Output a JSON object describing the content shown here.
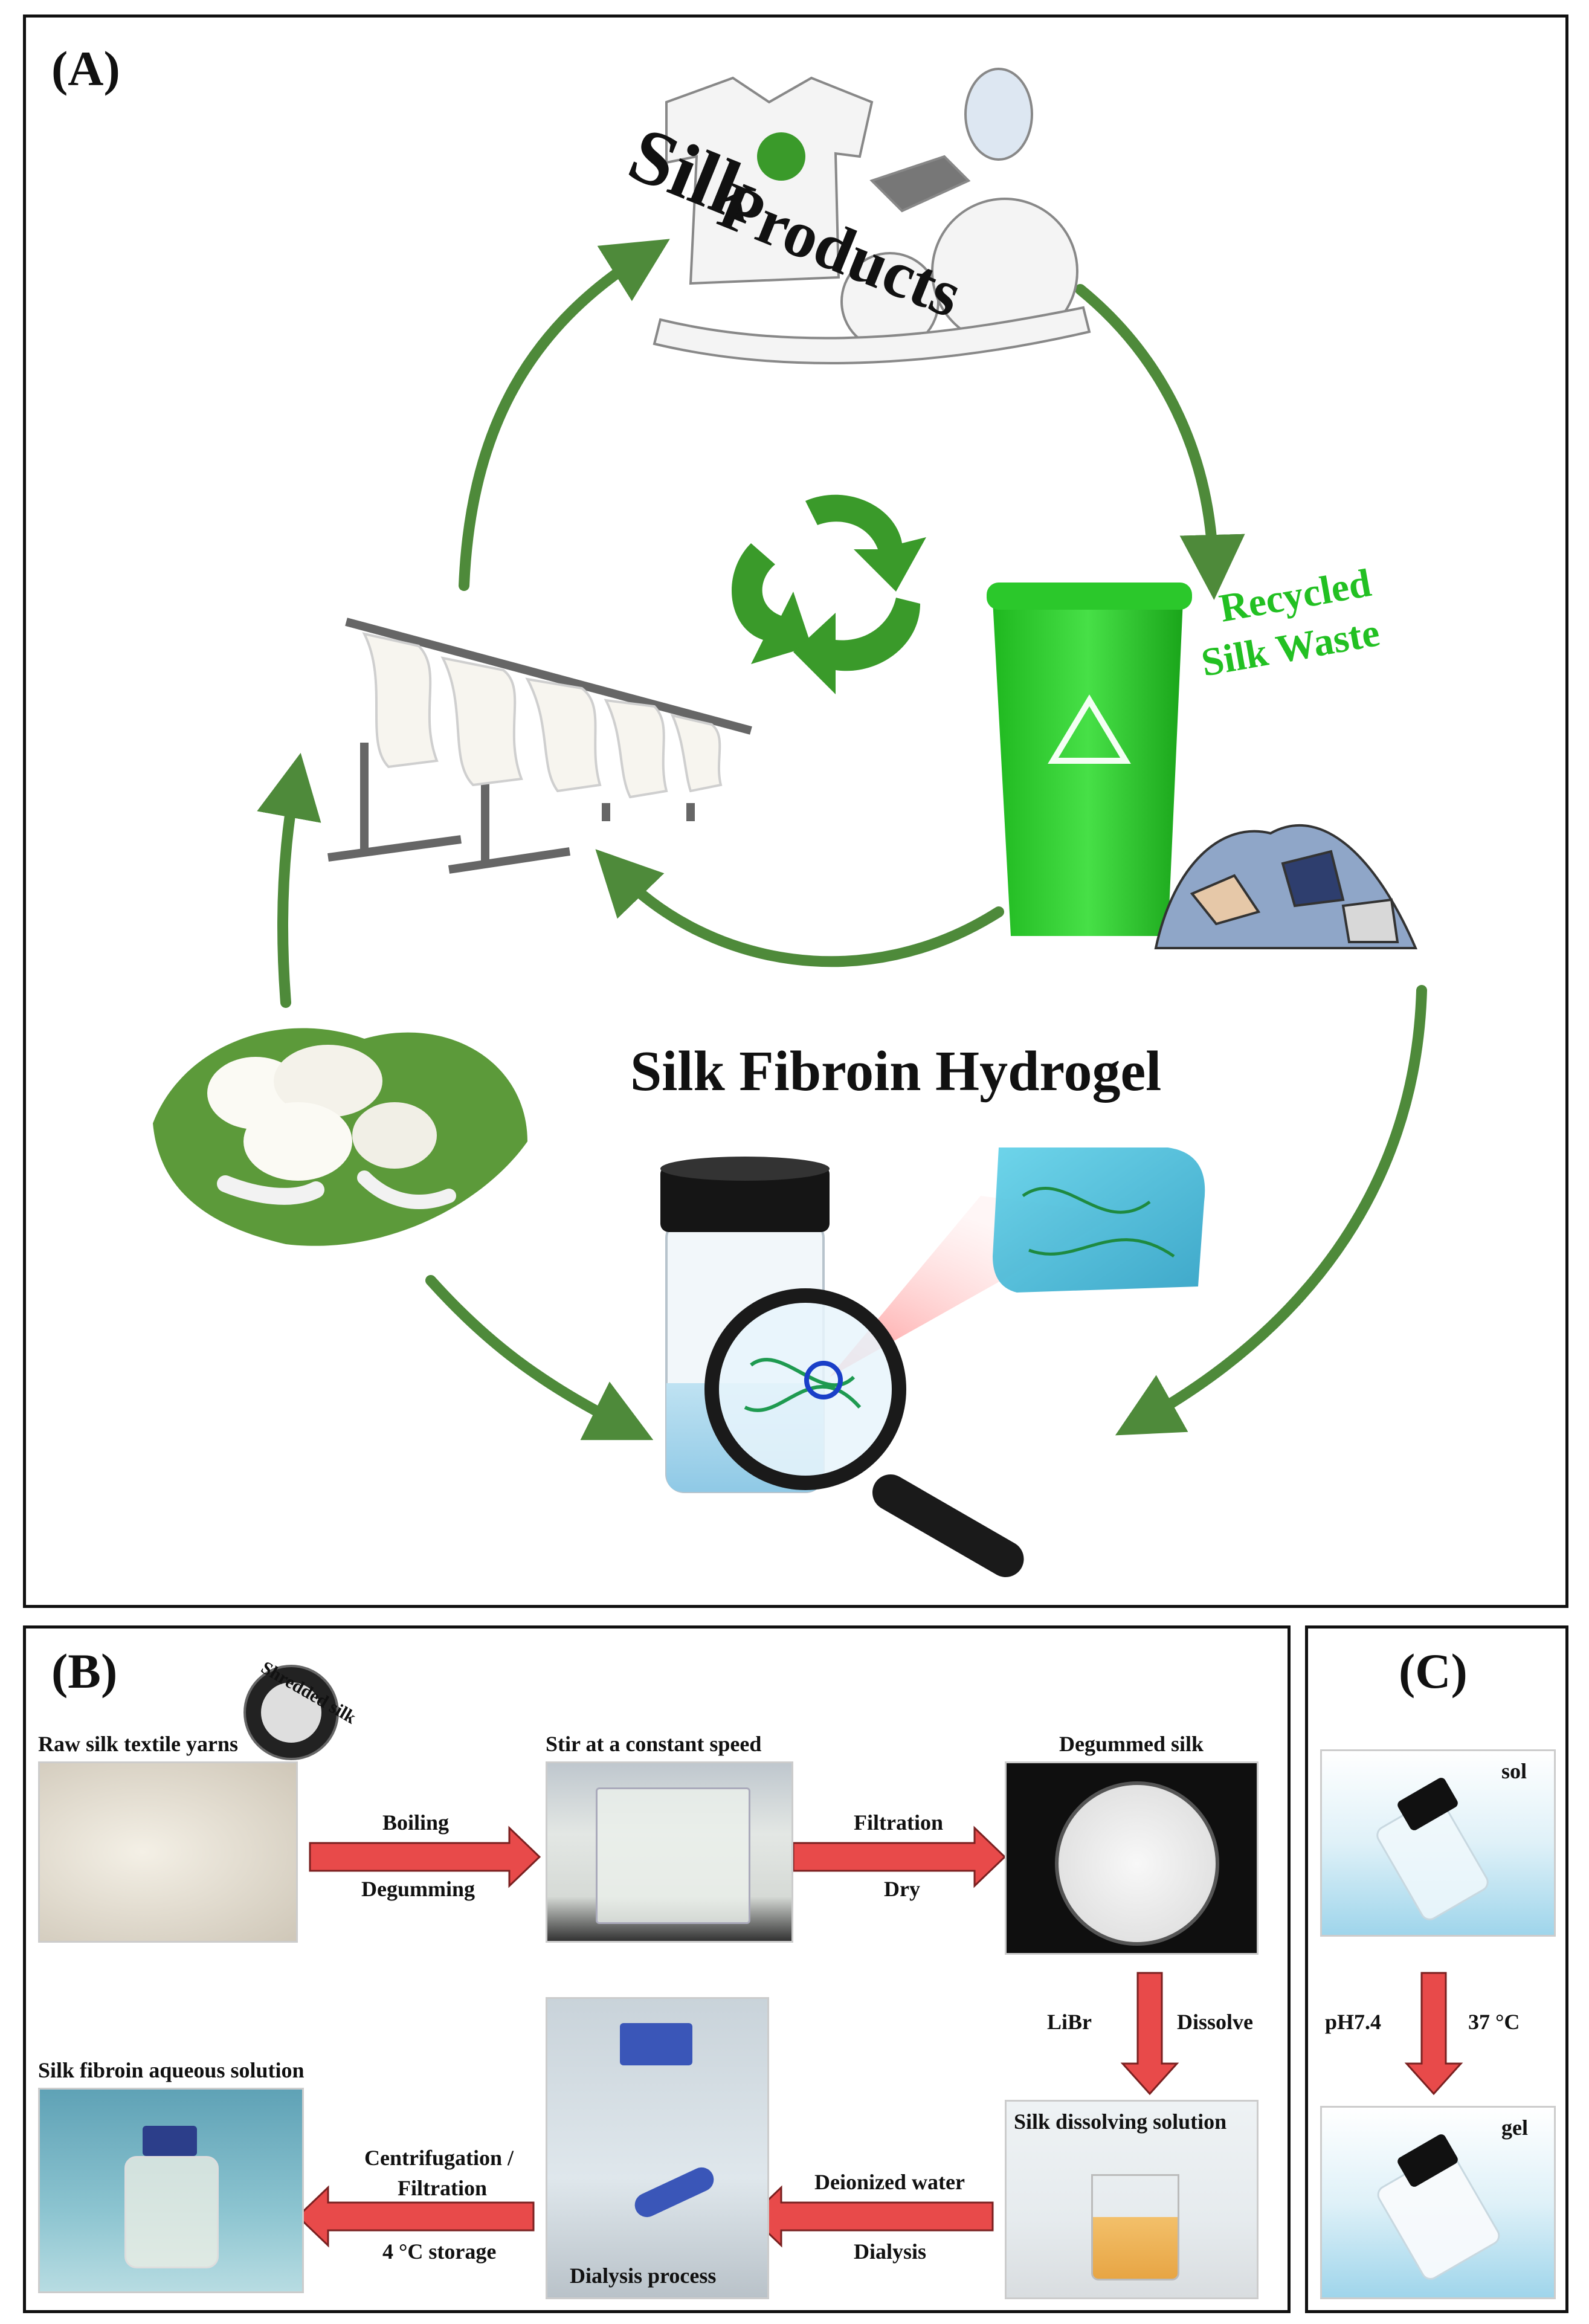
{
  "panels": {
    "a": {
      "label": "(A)"
    },
    "b": {
      "label": "(B)"
    },
    "c": {
      "label": "(C)"
    }
  },
  "panel_a": {
    "silk_products_word1": "Silk",
    "silk_products_word2": "Products",
    "recycled_line1": "Recycled",
    "recycled_line2": "Silk Waste",
    "hydrogel_title": "Silk Fibroin Hydrogel"
  },
  "panel_b": {
    "raw_yarns": "Raw silk textile yarns",
    "shredded": "Shredded silk",
    "stir": "Stir at a constant speed",
    "degummed": "Degummed silk",
    "boiling": "Boiling",
    "degumming": "Degumming",
    "filtration": "Filtration",
    "dry": "Dry",
    "librs": "LiBr",
    "dissolve": "Dissolve",
    "dissolving_solution": "Silk dissolving solution",
    "deionized": "Deionized water",
    "dialysis": "Dialysis",
    "dialysis_process": "Dialysis process",
    "centrifugation": "Centrifugation /",
    "filtration2": "Filtration",
    "storage": "4 °C storage",
    "aqueous": "Silk fibroin aqueous solution"
  },
  "panel_c": {
    "sol": "sol",
    "gel": "gel",
    "ph": "pH7.4",
    "temp": "37 °C"
  },
  "colors": {
    "arrow_green": "#4e8a3a",
    "recycle_green": "#3a9a2a",
    "bin_green": "#2fd02f",
    "red_arrow": "#e84a4a",
    "text_green": "#22c022"
  }
}
